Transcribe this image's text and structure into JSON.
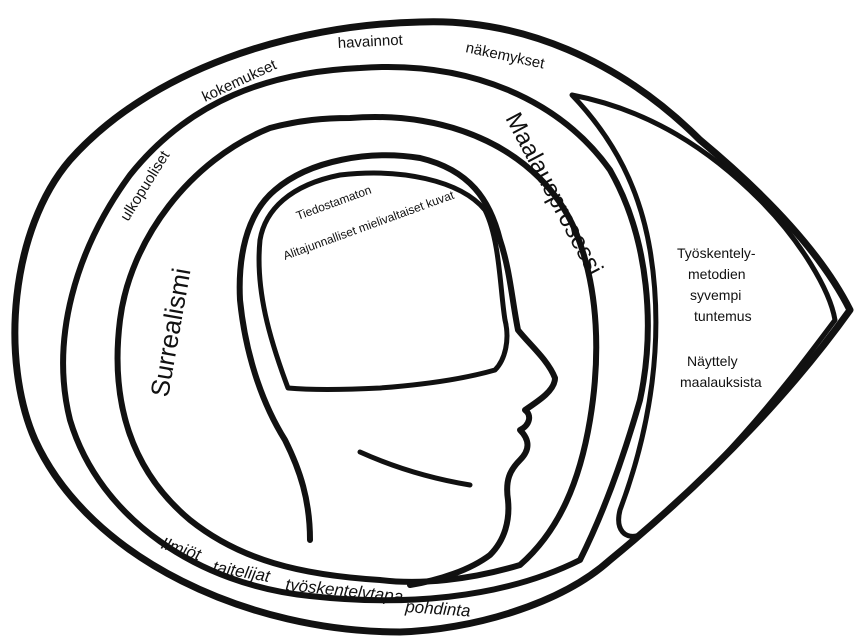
{
  "colors": {
    "ink": "#111111",
    "background": "#ffffff"
  },
  "outer_ring": {
    "top": {
      "ulkopuoliset": "ulkopuoliset",
      "kokemukset": "kokemukset",
      "havainnot": "havainnot",
      "nakemykset": "näkemykset"
    },
    "bottom": {
      "ilmiot": "Ilmiöt",
      "taiteilijat": "taitelijat",
      "tyoskentelytapa": "työskentelytapa",
      "pohdinta": "pohdinta"
    }
  },
  "inner_ring": {
    "left": "Surrealismi",
    "right": "Maalausprosessi"
  },
  "head": {
    "line1": "Tiedostamaton",
    "line2": "Alitajunnalliset mielivaltaiset kuvat"
  },
  "beak": {
    "line1": "Työskentely-",
    "line2": "metodien",
    "line3": "syvempi",
    "line4": "tuntemus",
    "line5": "Näyttely",
    "line6": "maalauksista"
  }
}
